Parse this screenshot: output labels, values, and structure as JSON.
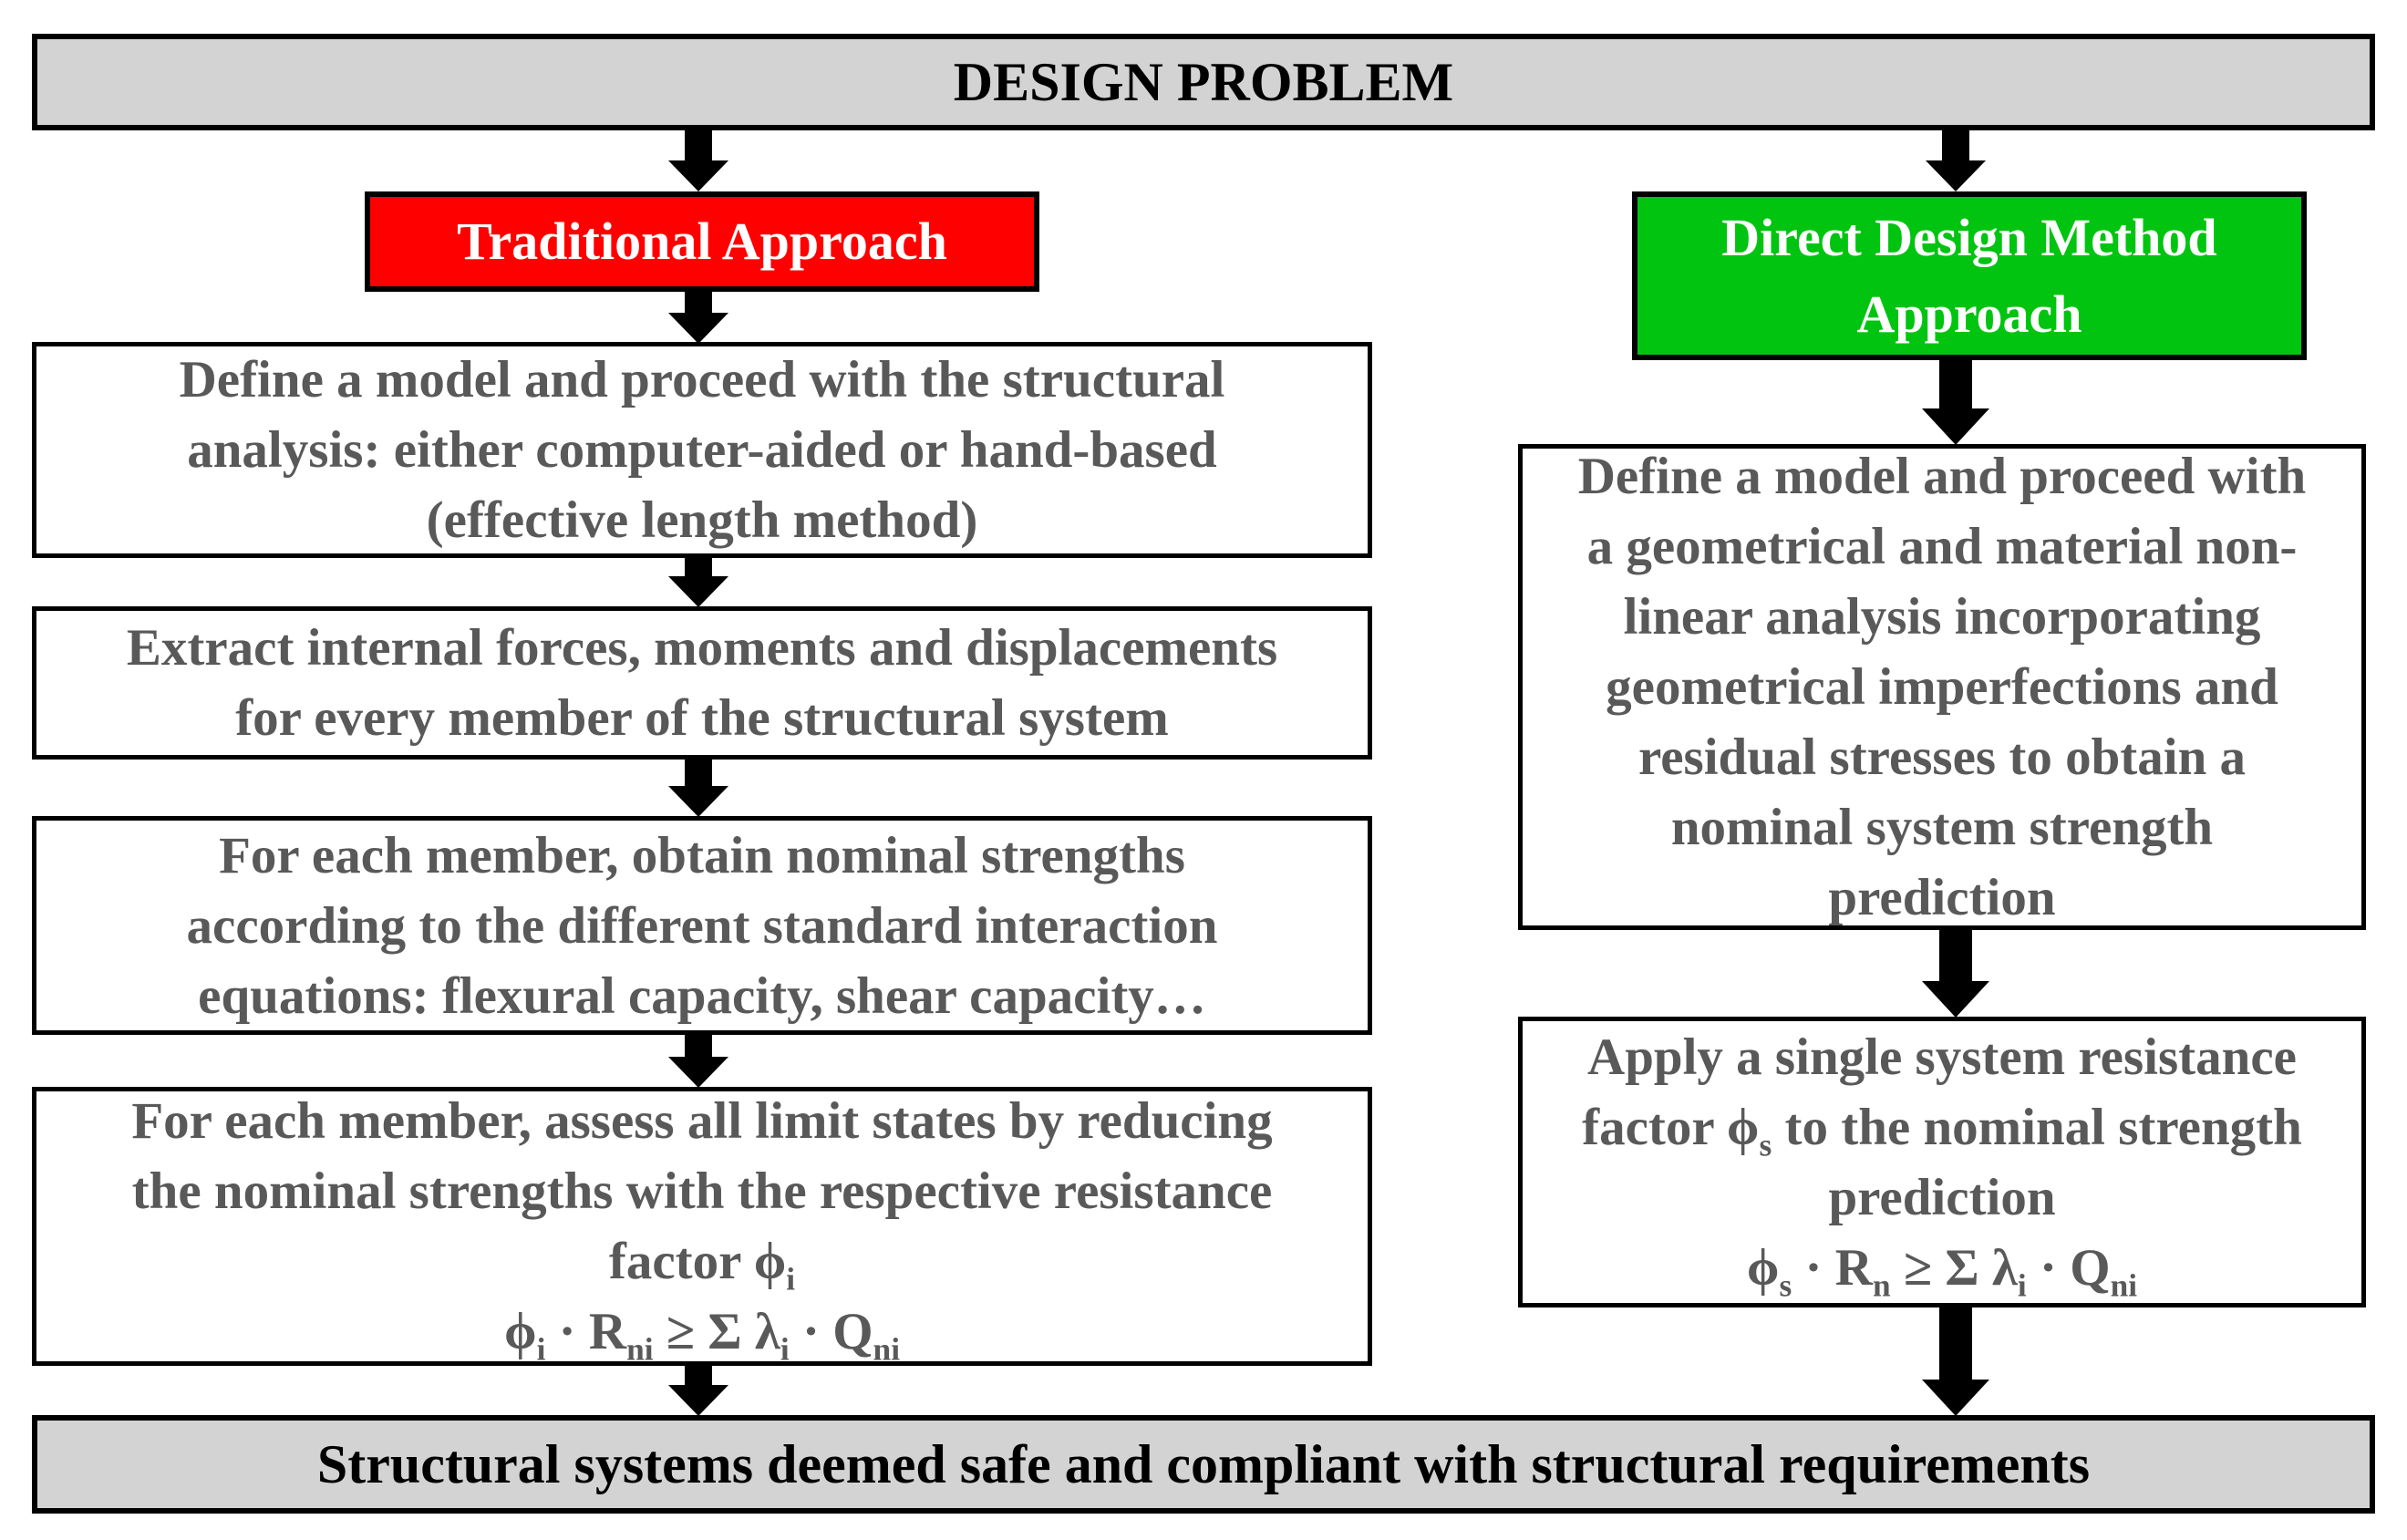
{
  "colors": {
    "box_gray": "#D3D3D3",
    "traditional_red": "#FF0000",
    "direct_design_green": "#00C410",
    "body_text_gray": "#595959",
    "border_black": "#000000"
  },
  "title": {
    "text": "DESIGN PROBLEM"
  },
  "left_column": {
    "header": {
      "label": "Traditional Approach"
    },
    "steps": [
      {
        "text": "Define a model and proceed with the structural\nanalysis: either computer-aided or hand-based\n(effective length method)"
      },
      {
        "text": "Extract internal forces, moments and displacements\nfor every member of the structural system"
      },
      {
        "text": "For each member, obtain nominal strengths\naccording to the different standard interaction\nequations: flexural capacity, shear capacity…"
      },
      {
        "rich": [
          {
            "t": "For each member, assess all limit states by reducing\nthe nominal strengths with the respective resistance\nfactor ϕ"
          },
          {
            "sub": "i"
          }
        ],
        "formula": [
          {
            "t": "ϕ"
          },
          {
            "sub": "i"
          },
          {
            "t": " · R"
          },
          {
            "sub": "ni"
          },
          {
            "t": " ≥ Σ λ"
          },
          {
            "sub": "i"
          },
          {
            "t": " · Q"
          },
          {
            "sub": "ni"
          }
        ]
      }
    ]
  },
  "right_column": {
    "header": {
      "label": "Direct Design Method\nApproach"
    },
    "steps": [
      {
        "text": "Define a model and proceed with\na geometrical and material non-\nlinear analysis incorporating\ngeometrical imperfections and\nresidual stresses to obtain a\nnominal system strength\nprediction"
      },
      {
        "rich": [
          {
            "t": "Apply a single system resistance\nfactor ϕ"
          },
          {
            "sub": "s"
          },
          {
            "t": " to the nominal strength\nprediction"
          }
        ],
        "formula": [
          {
            "t": "ϕ"
          },
          {
            "sub": "s"
          },
          {
            "t": " · R"
          },
          {
            "sub": "n"
          },
          {
            "t": " ≥ Σ λ"
          },
          {
            "sub": "i"
          },
          {
            "t": " · Q"
          },
          {
            "sub": "ni"
          }
        ]
      }
    ]
  },
  "footer": {
    "text": "Structural systems deemed safe and compliant with structural requirements"
  }
}
